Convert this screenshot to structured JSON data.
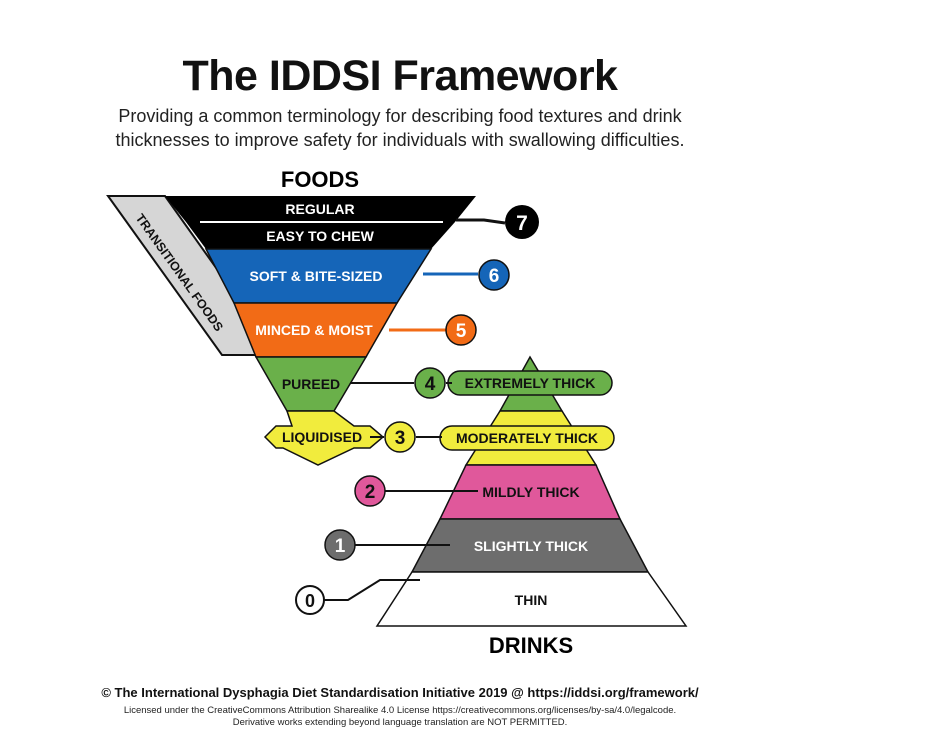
{
  "header": {
    "title": "The IDDSI Framework",
    "subtitle_line1": "Providing a common terminology for describing food textures and drink",
    "subtitle_line2": "thicknesses to improve safety for individuals with swallowing difficulties."
  },
  "diagram": {
    "foods_heading": "FOODS",
    "drinks_heading": "DRINKS",
    "transitional_label": "TRANSITIONAL FOODS",
    "foods": [
      {
        "level": "7",
        "label": "REGULAR",
        "color": "#000000"
      },
      {
        "level": "7",
        "label": "EASY TO CHEW",
        "color": "#000000"
      },
      {
        "level": "6",
        "label": "SOFT & BITE-SIZED",
        "color": "#1565b8"
      },
      {
        "level": "5",
        "label": "MINCED & MOIST",
        "color": "#f26b16"
      },
      {
        "level": "4",
        "label": "PUREED",
        "color": "#6ab04a"
      },
      {
        "level": "3",
        "label": "LIQUIDISED",
        "color": "#f1ec3d"
      }
    ],
    "drinks": [
      {
        "level": "4",
        "label": "EXTREMELY THICK",
        "color": "#6ab04a"
      },
      {
        "level": "3",
        "label": "MODERATELY THICK",
        "color": "#f1ec3d"
      },
      {
        "level": "2",
        "label": "MILDLY THICK",
        "color": "#e0589b"
      },
      {
        "level": "1",
        "label": "SLIGHTLY THICK",
        "color": "#6d6d6d"
      },
      {
        "level": "0",
        "label": "THIN",
        "color": "#ffffff"
      }
    ]
  },
  "footer": {
    "copyright": "© The International Dysphagia Diet Standardisation Initiative 2019 @ https://iddsi.org/framework/",
    "license_line1": "Licensed under the CreativeCommons Attribution Sharealike 4.0 License https://creativecommons.org/licenses/by-sa/4.0/legalcode.",
    "license_line2": "Derivative works extending beyond language translation are NOT PERMITTED."
  }
}
